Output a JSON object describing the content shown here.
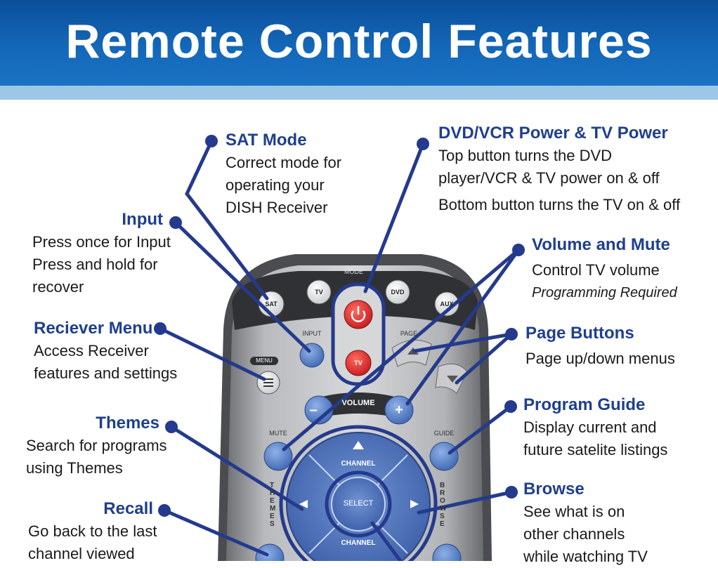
{
  "header": {
    "title": "Remote Control Features"
  },
  "remote": {
    "mode_label": "MODE",
    "sat_label": "SAT",
    "tv_label": "TV",
    "dvd_label": "DVD",
    "aux_label": "AUX",
    "input_label": "INPUT",
    "page_label": "PAGE",
    "menu_label": "MENU",
    "volume_label": "VOLUME",
    "mute_label": "MUTE",
    "guide_label": "GUIDE",
    "channel_up_label": "CHANNEL",
    "channel_down_label": "CHANNEL",
    "select_label": "SELECT",
    "themes_side": "THEMES",
    "browse_side": "BROWSE"
  },
  "callouts": {
    "sat_mode": {
      "title": "SAT Mode",
      "desc": "Correct mode for\noperating your\nDISH Receiver"
    },
    "input": {
      "title": "Input",
      "desc": "Press once for Input\nPress and hold for\nrecover"
    },
    "receiver_menu": {
      "title": "Reciever Menu",
      "desc": "Access Receiver\nfeatures and settings"
    },
    "themes": {
      "title": "Themes",
      "desc": "Search for programs\nusing Themes"
    },
    "recall": {
      "title": "Recall",
      "desc": "Go back to the last\nchannel viewed"
    },
    "dvd_power": {
      "title": "DVD/VCR Power & TV Power",
      "desc": "Top button turns the DVD\nplayer/VCR & TV power on & off",
      "desc2": "Bottom button turns the TV on & off"
    },
    "volume": {
      "title": "Volume and Mute",
      "desc": "Control TV volume",
      "note": "Programming Required"
    },
    "page": {
      "title": "Page Buttons",
      "desc": "Page up/down menus"
    },
    "guide": {
      "title": "Program Guide",
      "desc": "Display current and\nfuture satelite listings"
    },
    "browse": {
      "title": "Browse",
      "desc": "See what is on\nother channels\nwhile watching TV"
    }
  },
  "colors": {
    "header": "#1467b8",
    "accent": "#1f3f8e",
    "line": "#243a8c",
    "power": "#d9262a"
  }
}
